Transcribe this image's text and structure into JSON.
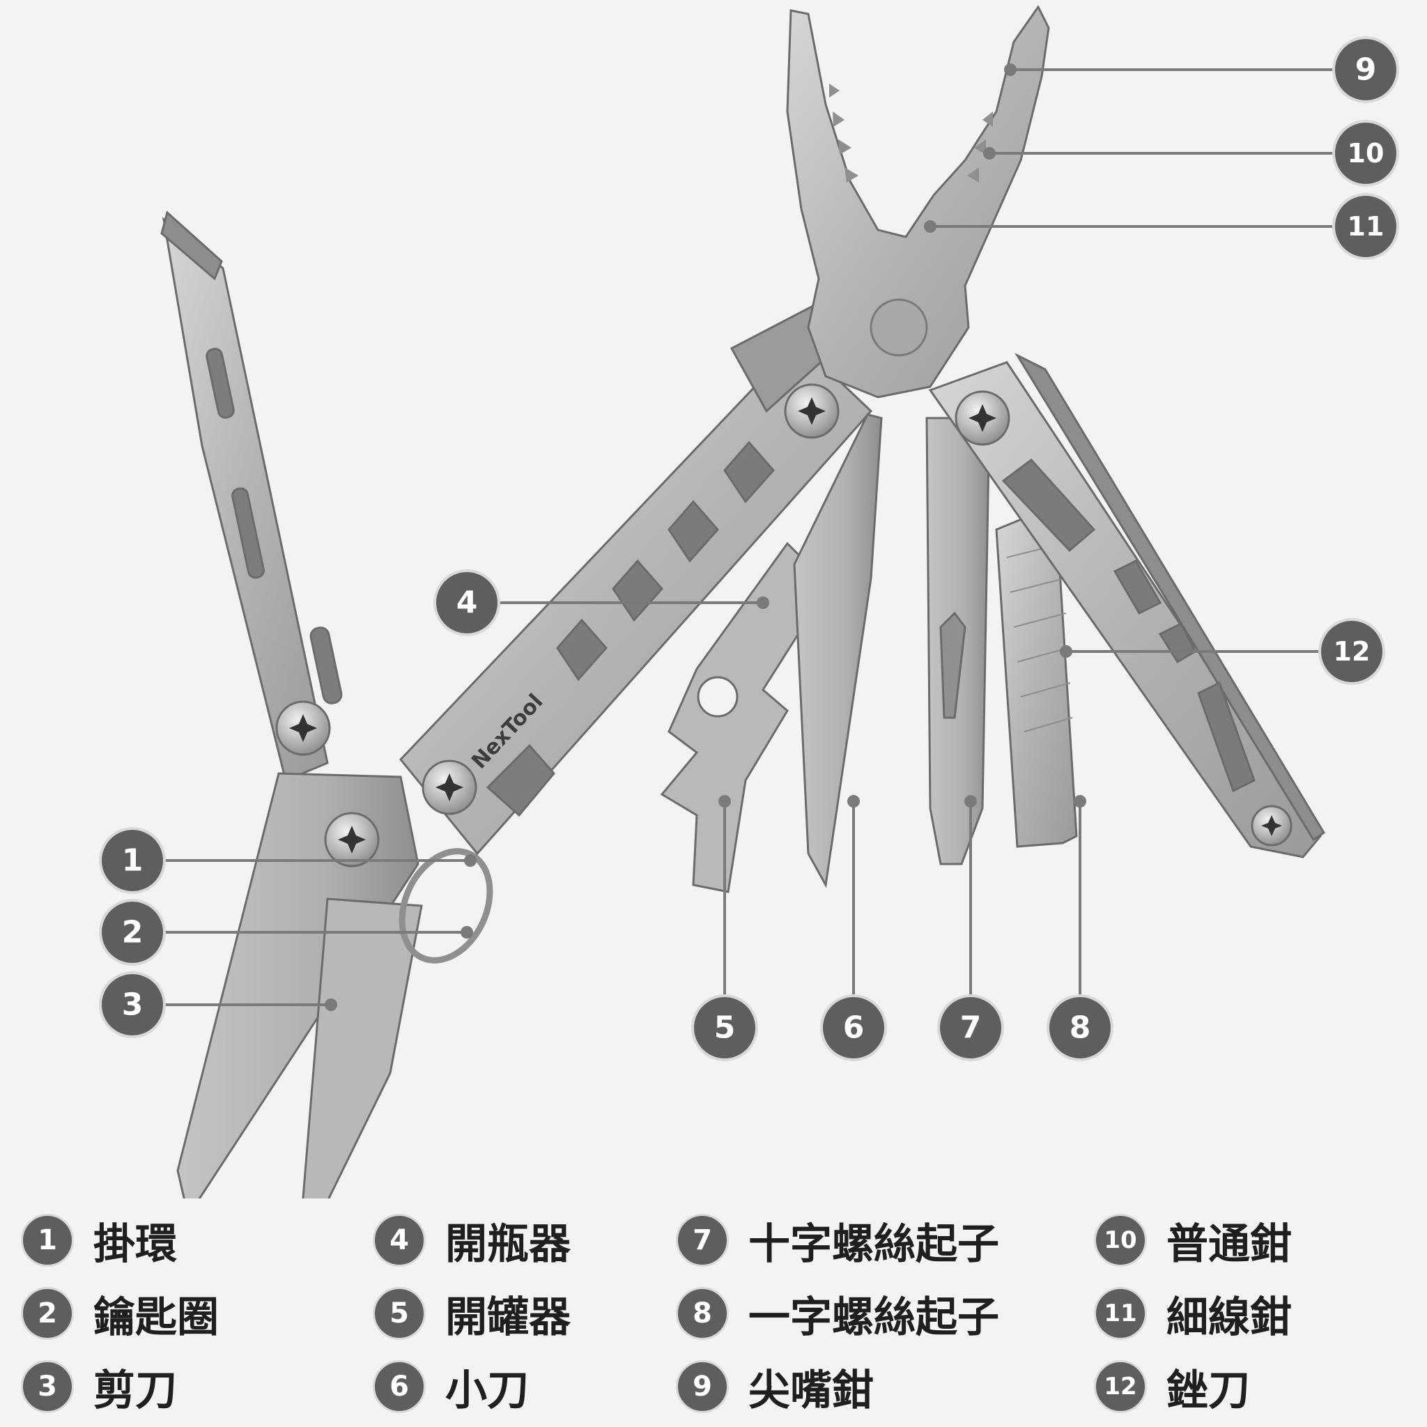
{
  "brand": "NexTool",
  "colors": {
    "background": "#f3f3f3",
    "steel_light": "#c9c9c9",
    "steel_mid": "#a9a9a9",
    "steel_dark": "#6b6b6b",
    "badge": "#5e5e5e",
    "leader_line": "#7a7a7a"
  },
  "callouts": [
    "1",
    "2",
    "3",
    "4",
    "5",
    "6",
    "7",
    "8",
    "9",
    "10",
    "11",
    "12"
  ],
  "legend": [
    {
      "num": "1",
      "label": "掛環"
    },
    {
      "num": "2",
      "label": "鑰匙圈"
    },
    {
      "num": "3",
      "label": "剪刀"
    },
    {
      "num": "4",
      "label": "開瓶器"
    },
    {
      "num": "5",
      "label": "開罐器"
    },
    {
      "num": "6",
      "label": "小刀"
    },
    {
      "num": "7",
      "label": "十字螺絲起子"
    },
    {
      "num": "8",
      "label": "一字螺絲起子"
    },
    {
      "num": "9",
      "label": "尖嘴鉗"
    },
    {
      "num": "10",
      "label": "普通鉗"
    },
    {
      "num": "11",
      "label": "細線鉗"
    },
    {
      "num": "12",
      "label": "銼刀"
    }
  ]
}
